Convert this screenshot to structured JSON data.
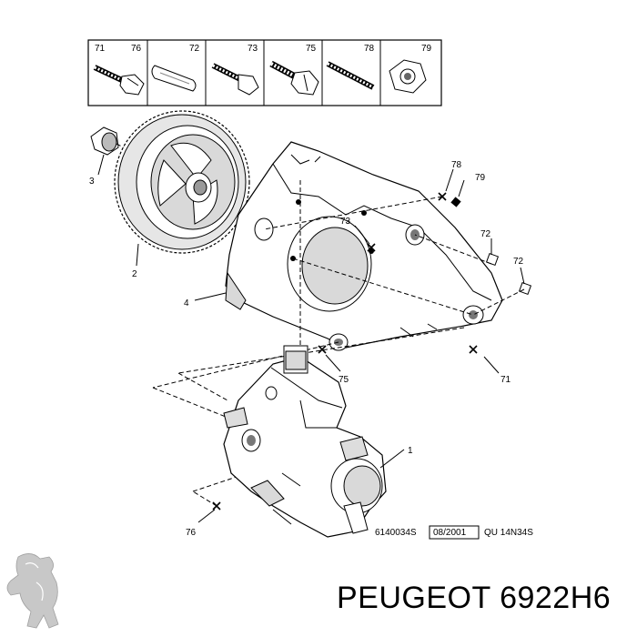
{
  "legend": {
    "cells": [
      {
        "left": "71",
        "right": "76",
        "icon": "bolt-with-washer-icon"
      },
      {
        "left": "",
        "right": "72",
        "icon": "sleeve-icon"
      },
      {
        "left": "",
        "right": "73",
        "icon": "bolt-icon"
      },
      {
        "left": "",
        "right": "75",
        "icon": "hex-bolt-icon"
      },
      {
        "left": "",
        "right": "78",
        "icon": "stud-icon"
      },
      {
        "left": "",
        "right": "79",
        "icon": "nut-icon"
      }
    ]
  },
  "callouts": {
    "c1": "1",
    "c2": "2",
    "c3": "3",
    "c4": "4",
    "c71": "71",
    "c72a": "72",
    "c72b": "72",
    "c73": "73",
    "c75": "75",
    "c76": "76",
    "c78": "78",
    "c79": "79"
  },
  "reference": {
    "code": "6140034S",
    "date": "08/2001",
    "qu": "QU 14N34S"
  },
  "brand": {
    "text": "PEUGEOT 6922H6",
    "logo": "peugeot-lion-logo"
  }
}
